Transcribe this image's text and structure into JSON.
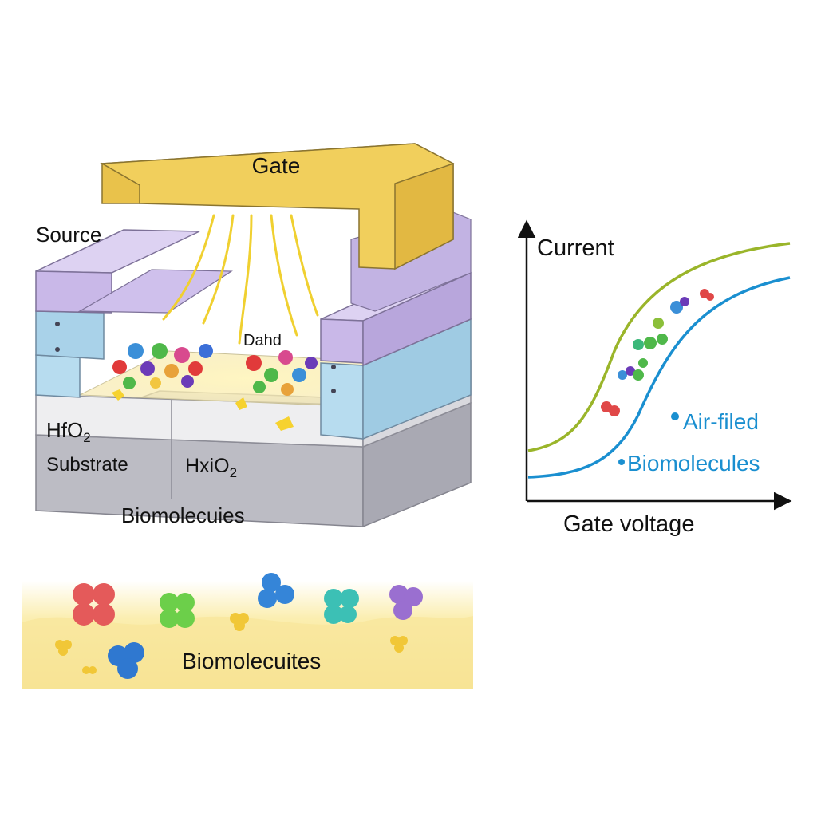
{
  "device": {
    "gate_label": "Gate",
    "source_label": "Source",
    "drain_label": "Dahd",
    "oxide_label": "HfO",
    "oxide_sub": "2",
    "substrate_label": "Substrate",
    "channel_oxide_label": "HxiO",
    "channel_oxide_sub": "2",
    "biomolecules_label": "Biomolecuies"
  },
  "sample_panel": {
    "label": "Biomolecuites"
  },
  "graph": {
    "y_label": "Current",
    "x_label": "Gate voltage",
    "legend": [
      {
        "label": "Air-filed",
        "color": "#1a8fd0"
      },
      {
        "label": "Biomolecules",
        "color": "#1a8fd0"
      }
    ],
    "curve_colors": {
      "upper": "#9ab52a",
      "lower": "#1a8fd0"
    }
  },
  "colors": {
    "gate": "#f1cf5c",
    "electrode": "#c9b8e8",
    "channel_layer": "#b5dbee",
    "oxide": "#e4e4e7",
    "substrate": "#bcbcc4",
    "yellow_glow": "#fff3b0"
  }
}
